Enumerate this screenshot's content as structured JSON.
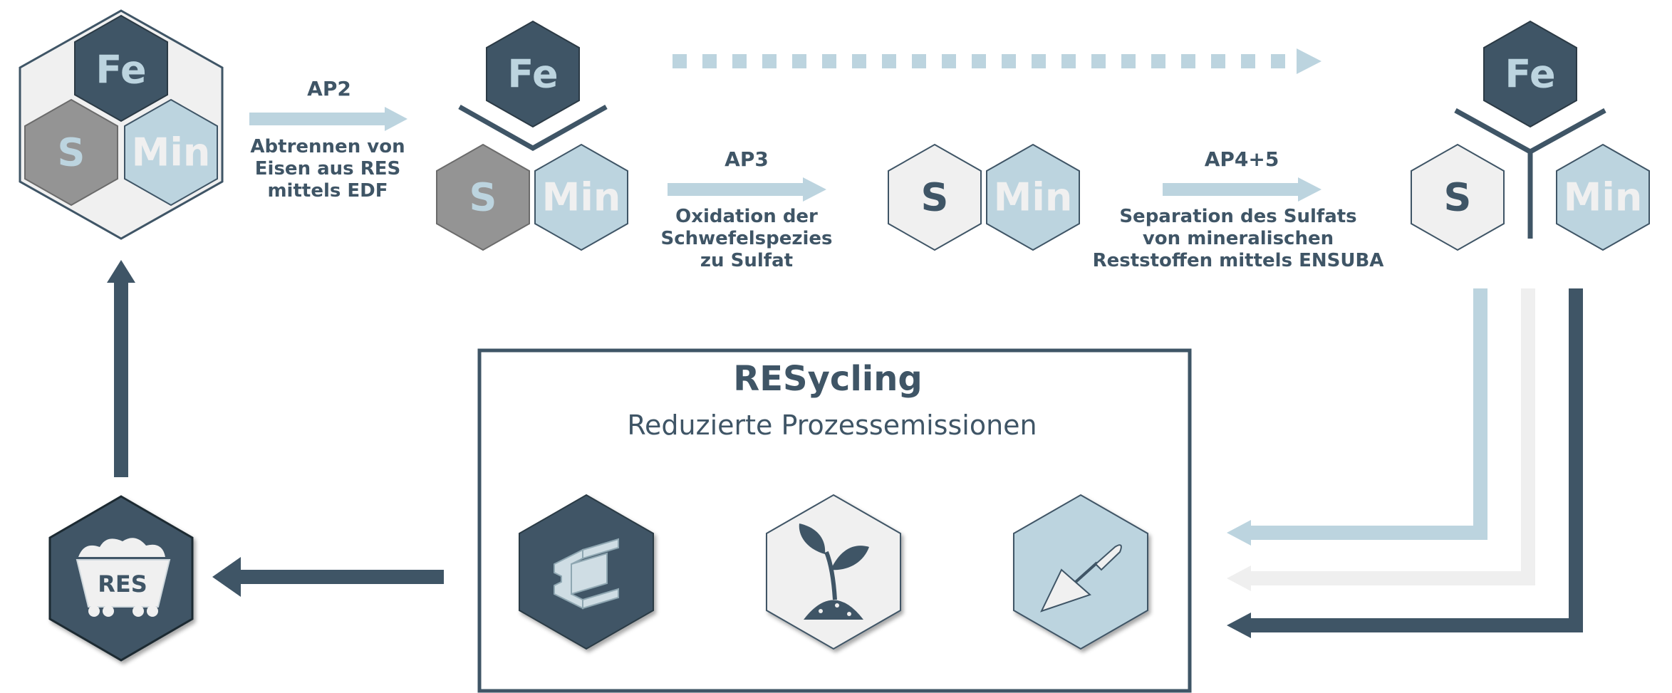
{
  "colors": {
    "dark": "#3f5566",
    "light_blue": "#bcd4df",
    "light_gray": "#efefef",
    "mid_gray": "#949494"
  },
  "elements": {
    "fe": "Fe",
    "s": "S",
    "min": "Min"
  },
  "steps": {
    "ap2": {
      "title": "AP2",
      "lines": [
        "Abtrennen von",
        "Eisen aus RES",
        "mittels EDF"
      ]
    },
    "ap3": {
      "title": "AP3",
      "lines": [
        "Oxidation der",
        "Schwefelspezies",
        "zu Sulfat"
      ]
    },
    "ap45": {
      "title": "AP4+5",
      "lines": [
        "Separation des Sulfats",
        "von mineralischen",
        "Reststoffen mittels ENSUBA"
      ]
    }
  },
  "resycling": {
    "title": "RESycling",
    "subtitle": "Reduzierte Prozessemissionen"
  },
  "res_badge": "RES",
  "icons": [
    "steel-beam-icon",
    "plant-icon",
    "trowel-icon",
    "mine-cart-icon"
  ]
}
